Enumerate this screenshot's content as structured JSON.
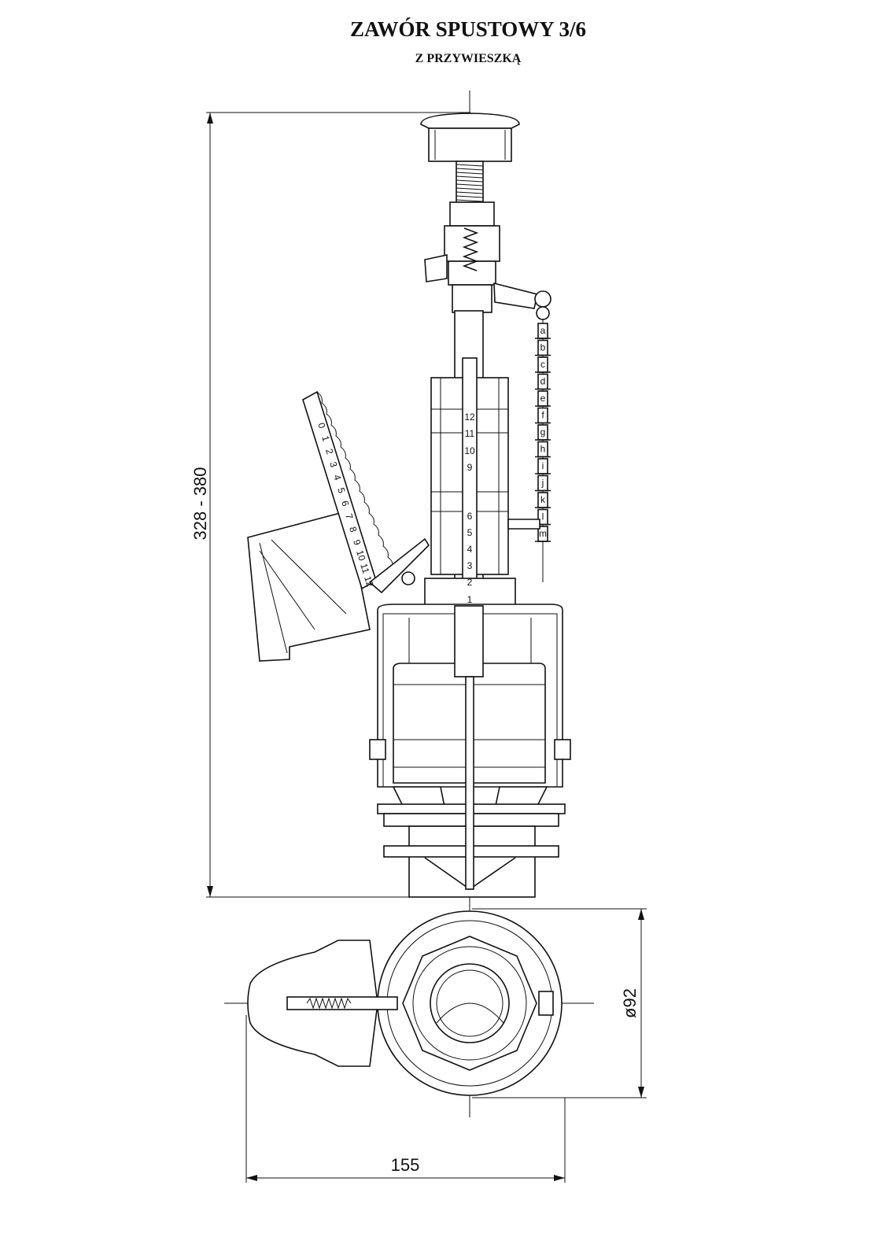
{
  "header": {
    "title": "ZAWÓR SPUSTOWY 3/6",
    "subtitle": "Z PRZYWIESZKĄ"
  },
  "dimensions": {
    "height": "328 - 380",
    "diameter": "ø92",
    "width": "155"
  },
  "stem_scale": [
    "1",
    "2",
    "3",
    "4",
    "5",
    "6",
    "9",
    "10",
    "11",
    "12"
  ],
  "float_scale": [
    "0",
    "1",
    "2",
    "3",
    "4",
    "5",
    "6",
    "7",
    "8",
    "9",
    "10",
    "11",
    "12"
  ],
  "chain_scale": [
    "a",
    "b",
    "c",
    "d",
    "e",
    "f",
    "g",
    "h",
    "i",
    "j",
    "k",
    "l",
    "m"
  ],
  "colors": {
    "line": "#111111",
    "background": "#ffffff"
  }
}
